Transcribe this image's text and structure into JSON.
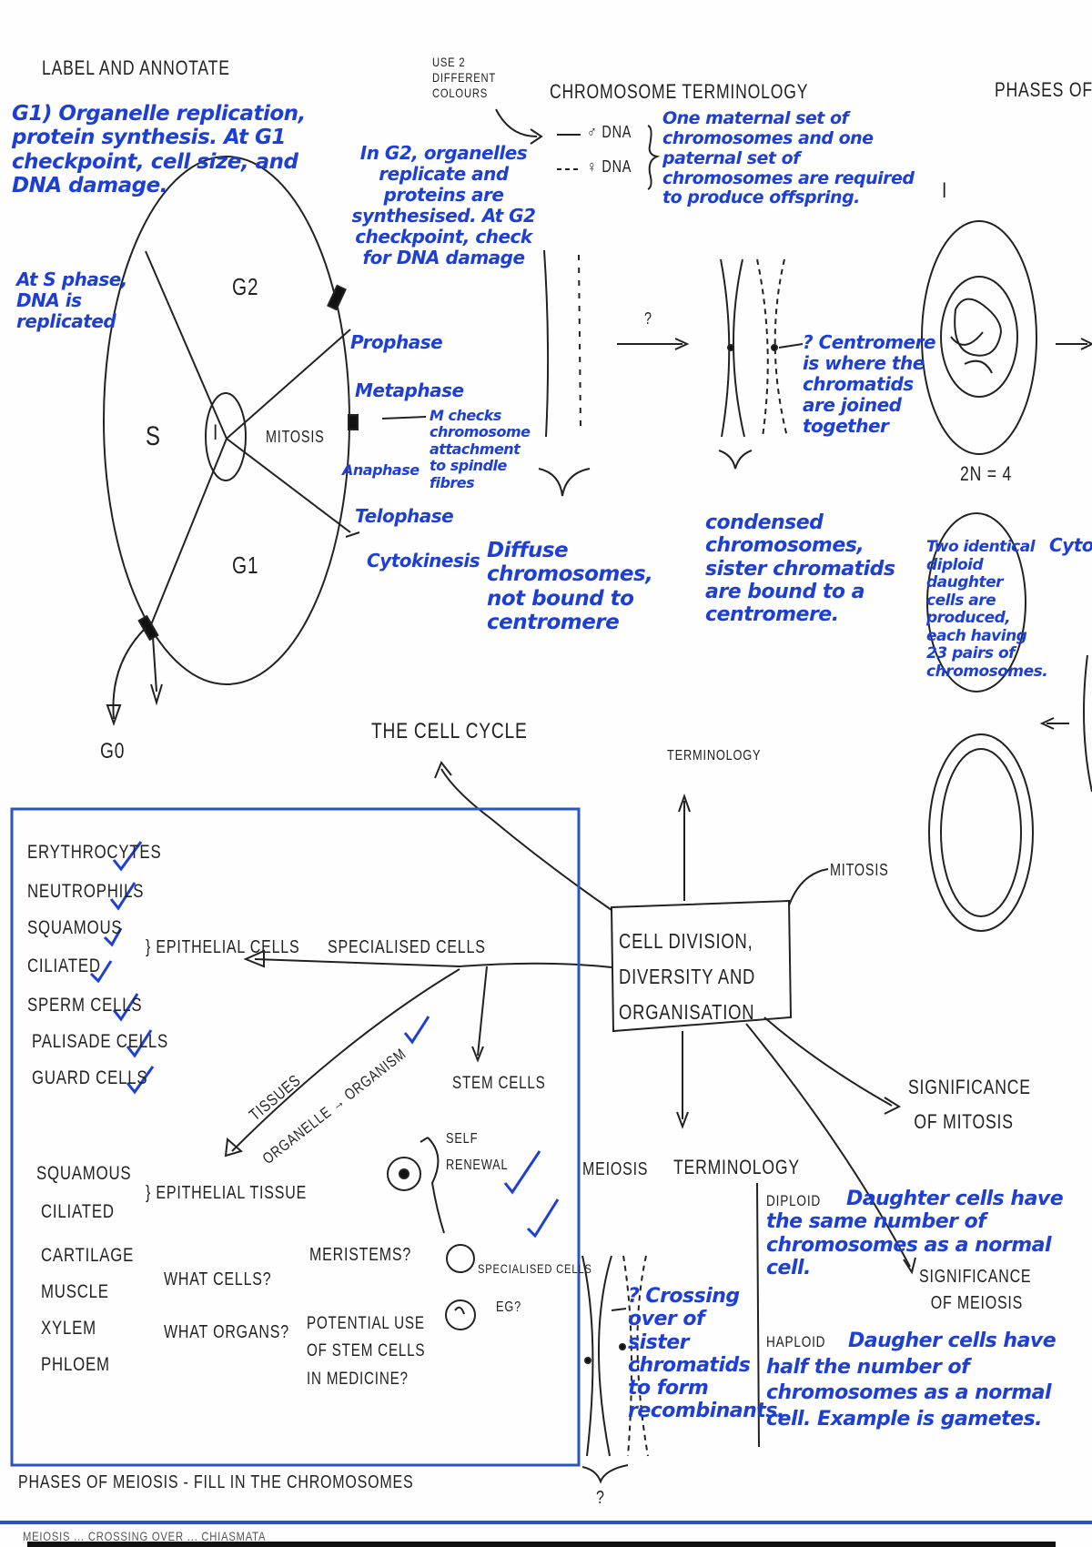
{
  "header": {
    "label_annotate": "LABEL AND ANNOTATE",
    "use_colours": "USE 2 DIFFERENT COLOURS",
    "chromosome_terminology": "CHROMOSOME TERMINOLOGY",
    "phases_of": "PHASES OF"
  },
  "cell_cycle": {
    "title": "THE CELL CYCLE",
    "g1_note": "G1) Organelle replication, protein synthesis. At G1 checkpoint, cell size, and DNA damage.",
    "g2_note": "In G2, organelles replicate and proteins are synthesised. At G2 checkpoint, check for DNA damage",
    "s_note": "At S phase, DNA is replicated",
    "labels": {
      "g2": "G2",
      "s": "S",
      "g1": "G1",
      "interphase": "I",
      "mitosis": "MITOSIS",
      "g0": "G0"
    },
    "mitosis_phases": [
      "Prophase",
      "Metaphase",
      "Anaphase",
      "Telophase",
      "Cytokinesis"
    ],
    "m_checkpoint_note": "M checks chromosome attachment to spindle fibres"
  },
  "chromosome": {
    "legend": [
      {
        "symbol": "♂",
        "label": "DNA",
        "style": "solid"
      },
      {
        "symbol": "♀",
        "label": "DNA",
        "style": "dashed"
      }
    ],
    "legend_note": "One maternal set of chromosomes and one paternal set of chromosomes are required to produce offspring.",
    "question": "?",
    "centromere_note": "? Centromere is where the chromatids are joined together",
    "diffuse_note": "Diffuse chromosomes, not bound to centromere",
    "condensed_note": "condensed chromosomes, sister chromatids are bound to a centromere."
  },
  "phases": {
    "stage": "I",
    "ploidy": "2n = 4",
    "daughter_note": "Two identical diploid daughter cells are produced, each having 23 pairs of chromosomes.",
    "cytokinesis_partial": "Cytok"
  },
  "mind_map": {
    "center": "CELL DIVISION, DIVERSITY AND ORGANISATION",
    "branches": {
      "terminology_top": "TERMINOLOGY",
      "mitosis": "MITOSIS",
      "significance_mitosis": [
        "SIGNIFICANCE",
        "OF MITOSIS"
      ],
      "terminology_bottom": "TERMINOLOGY",
      "meiosis": "MEIOSIS",
      "significance_meiosis": [
        "SIGNIFICANCE",
        "OF MEIOSIS"
      ],
      "specialised_cells": "SPECIALISED CELLS",
      "stem_cells": "STEM CELLS",
      "tissues": "TISSUES",
      "organelle_organism": "ORGANELLE → ORGANISM"
    }
  },
  "specialised_box": {
    "cells": [
      "ERYTHROCYTES",
      "NEUTROPHILS",
      "SQUAMOUS",
      "CILIATED",
      "SPERM CELLS",
      "PALISADE CELLS",
      "GUARD CELLS"
    ],
    "epithelial_cells": "EPITHELIAL CELLS",
    "tissue_types": [
      "SQUAMOUS",
      "CILIATED"
    ],
    "epithelial_tissue": "EPITHELIAL TISSUE",
    "tissues": [
      "CARTILAGE",
      "MUSCLE",
      "XYLEM",
      "PHLOEM"
    ],
    "what_cells": "WHAT CELLS?",
    "what_organs": "WHAT ORGANS?",
    "meristems": "MERISTEMS?",
    "potential_use": [
      "POTENTIAL USE",
      "OF STEM CELLS",
      "IN MEDICINE?"
    ],
    "self_renewal": [
      "SELF",
      "RENEWAL"
    ],
    "specialised_small": "SPECIALISED CELLS",
    "eg": "EG?"
  },
  "meiosis": {
    "crossing_note": "? Crossing over of sister chromatids to form recombinants.",
    "diploid_label": "DIPLOID",
    "diploid_note": "Daughter cells have the same number of chromosomes as a normal cell.",
    "haploid_label": "HAPLOID",
    "haploid_note": "Daugher cells have half the number of chromosomes as a normal cell. Example is gametes.",
    "question": "?",
    "phases_title": "PHASES OF MEIOSIS - FILL IN THE CHROMOSOMES",
    "footer_partial": "MEIOSIS ... CROSSING OVER ... CHIASMATA"
  },
  "colors": {
    "ink": "#222222",
    "blue_pen": "#1d3fd6",
    "box": "#2a55c0"
  }
}
